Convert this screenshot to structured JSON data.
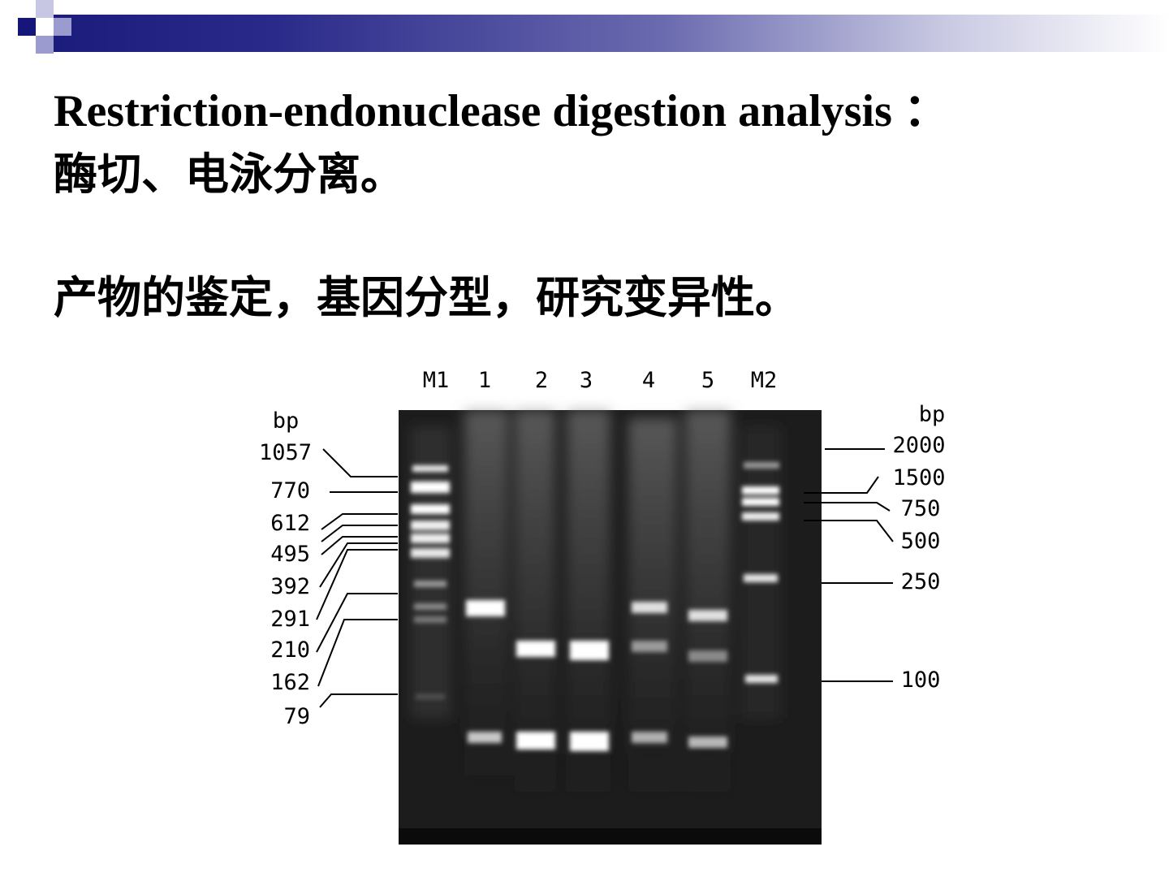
{
  "header": {
    "title_en": "Restriction-endonuclease digestion analysis ：",
    "title_cn": "酶切、电泳分离。",
    "subtitle_cn": "产物的鉴定，基因分型，研究变异性。"
  },
  "gel": {
    "lanes": [
      "M1",
      "1",
      "2",
      "3",
      "4",
      "5",
      "M2"
    ],
    "left_unit": "bp",
    "right_unit": "bp",
    "left_markers": [
      "1057",
      "770",
      "612",
      "495",
      "392",
      "291",
      "210",
      "162",
      "79"
    ],
    "right_markers": [
      "2000",
      "1500",
      "750",
      "500",
      "250",
      "100"
    ]
  }
}
